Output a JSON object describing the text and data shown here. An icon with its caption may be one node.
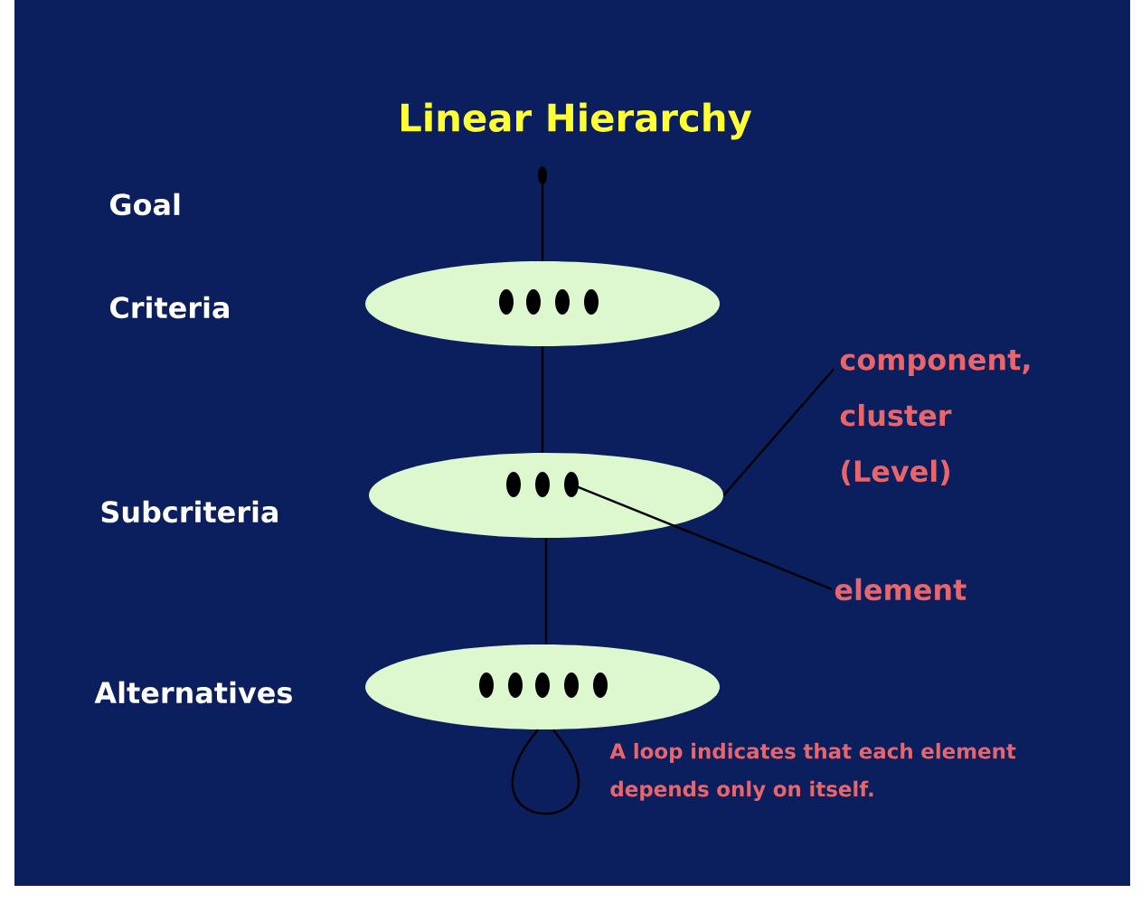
{
  "diagram": {
    "title": "Linear Hierarchy",
    "nodes": [
      {
        "text": [],
        "shape": "circle"
      },
      {
        "text": [],
        "shape": "ellipse"
      },
      {
        "text": [],
        "shape": "ellipse"
      },
      {
        "text": [],
        "shape": "circle",
        "in": 2
      },
      {
        "text": [],
        "shape": "ellipse"
      },
      {
        "text": [
          "component, cluster (Level)"
        ]
      },
      {
        "text": [
          "element"
        ]
      }
    ],
    "edges": [
      {
        "from": 0,
        "to": 1,
        "arrow": "none"
      },
      {
        "from": 1,
        "to": 2,
        "arrow": "none"
      },
      {
        "from": 2,
        "to": 4,
        "arrow": "none"
      },
      {
        "from": 4,
        "to": 4,
        "arrow": "none"
      },
      {
        "from": 5,
        "to": 2,
        "arrow": "none"
      },
      {
        "from": 6,
        "to": 3,
        "arrow": "none"
      }
    ],
    "labels": [
      "Goal",
      "Criteria",
      "Subcriteria",
      "Alternatives",
      "A loop indicates that each element depends only on itself."
    ]
  }
}
